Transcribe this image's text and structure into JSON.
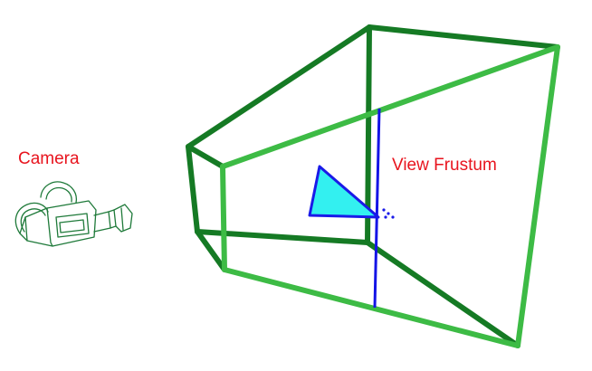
{
  "labels": {
    "camera": "Camera",
    "view_frustum": "View Frustum"
  },
  "colors": {
    "label": "#e8141e",
    "frustum_light": "#3dbb45",
    "frustum_dark": "#157a24",
    "plane_line": "#1414e6",
    "triangle_fill": "#33f0f0",
    "triangle_stroke": "#1a1ae8",
    "camera_outline": "#1f7a3a"
  },
  "icons": {
    "camera": "camera-icon",
    "frustum": "view-frustum-wireframe",
    "object": "triangle-object"
  }
}
